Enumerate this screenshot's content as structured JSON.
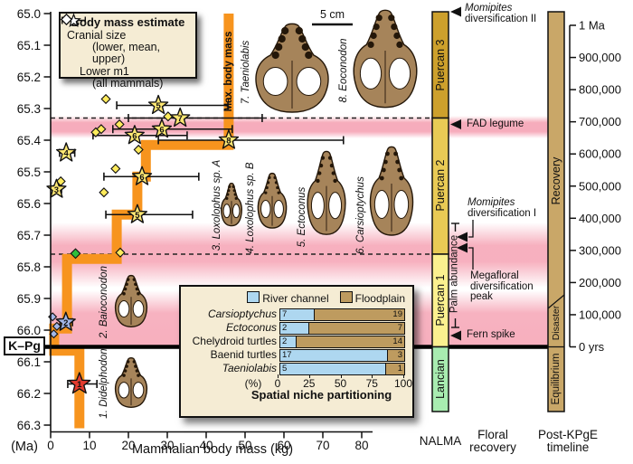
{
  "colors": {
    "orange": "#F7941E",
    "star_yellow": "#FFE873",
    "star_red": "#E23B2E",
    "star_blue": "#A3B7E6",
    "diamond_yellow": "#FFEB5C",
    "diamond_green": "#2FBF3A",
    "diamond_blue": "#A3B7E6",
    "pink_band": "#F6A8B8",
    "nalma_puercan3": "#CDA02C",
    "nalma_puercan2": "#E9CA55",
    "nalma_puercan1": "#FBF08F",
    "nalma_lancian": "#A8ECB0",
    "timeline_tan": "#C9A768",
    "box_bg": "#F5ECD4",
    "river_blue": "#AED7F0",
    "floodplain_tan": "#BE9B5F",
    "skull_brown": "#A6845A"
  },
  "icons": {
    "left_arrow": "left-triangle-arrow",
    "star": "cranial-size-star",
    "diamond": "lower-m1-diamond"
  },
  "legend": {
    "title": "Body mass estimate",
    "cranial_label": "Cranial size",
    "cranial_sub": "(lower, mean, upper)",
    "m1_label": "Lower m1",
    "m1_sub": "(all mammals)"
  },
  "axes": {
    "y_unit": "(Ma)",
    "y_ticks": [
      "65.0",
      "65.1",
      "65.2",
      "65.3",
      "65.4",
      "65.5",
      "65.6",
      "65.7",
      "65.8",
      "65.9",
      "66.0",
      "66.1",
      "66.2",
      "66.3"
    ],
    "x_ticks": [
      "0",
      "10",
      "20",
      "30",
      "40",
      "50",
      "60",
      "70",
      "80"
    ],
    "x_label": "Mammalian body mass (kg)"
  },
  "kpg": {
    "label": "K–Pg",
    "ma": 66.05
  },
  "scale_bar_label": "5 cm",
  "max_body_mass_label": "Max. body mass",
  "skulls": [
    {
      "num": "1",
      "label": "1. Didelphodon"
    },
    {
      "num": "2",
      "label": "2. Baioconodon"
    },
    {
      "num": "3",
      "label": "3. Loxolophus sp. A"
    },
    {
      "num": "4",
      "label": "4. Loxolophus sp. B"
    },
    {
      "num": "5",
      "label": "5. Ectoconus"
    },
    {
      "num": "6",
      "label": "6. Carsioptychus"
    },
    {
      "num": "7",
      "label": "7. Taeniolabis"
    },
    {
      "num": "8",
      "label": "8. Eoconodon"
    }
  ],
  "chart_data": [
    {
      "type": "line",
      "name": "Max. body mass step line",
      "xlabel": "Mammalian body mass (kg)",
      "ylabel": "(Ma)",
      "xlim": [
        0,
        80
      ],
      "ylim": [
        66.3,
        65.0
      ],
      "points_kg_ma": [
        [
          7.4,
          66.31
        ],
        [
          7.4,
          66.065
        ],
        [
          0.9,
          66.065
        ],
        [
          0.9,
          65.995
        ],
        [
          4.2,
          65.995
        ],
        [
          4.2,
          65.775
        ],
        [
          17,
          65.775
        ],
        [
          17,
          65.635
        ],
        [
          22.3,
          65.635
        ],
        [
          22.3,
          65.515
        ],
        [
          24.5,
          65.515
        ],
        [
          24.5,
          65.415
        ],
        [
          45.8,
          65.415
        ],
        [
          45.8,
          65.0
        ]
      ]
    },
    {
      "type": "scatter",
      "name": "Cranial size body mass estimates (stars: lower, mean, upper)",
      "points": [
        {
          "num": 1,
          "taxon": "Didelphodon",
          "ma": 66.17,
          "mean": 7.4,
          "lower": 4.4,
          "upper": 11.9,
          "color": "red"
        },
        {
          "num": 2,
          "taxon": "Baioconodon",
          "ma": 65.975,
          "mean": 3.9,
          "lower": 2.4,
          "upper": 5.6,
          "color": "blue"
        },
        {
          "num": 3,
          "taxon": "Loxolophus sp. A",
          "ma": 65.555,
          "mean": 1.5,
          "lower": 0.6,
          "upper": 2.8,
          "color": "yellow"
        },
        {
          "num": 4,
          "taxon": "Loxolophus sp. B",
          "ma": 65.44,
          "mean": 4.0,
          "lower": 2.3,
          "upper": 6.2,
          "color": "yellow"
        },
        {
          "num": 5,
          "taxon": "Ectoconus",
          "ma": 65.635,
          "mean": 22.3,
          "lower": 14.2,
          "upper": 36.5,
          "color": "yellow"
        },
        {
          "num": 6,
          "taxon": "Carsioptychus",
          "ma": 65.515,
          "mean": 23.5,
          "lower": 13.7,
          "upper": 38.1,
          "color": "yellow"
        },
        {
          "num": 6,
          "taxon": "Carsioptychus",
          "ma": 65.385,
          "mean": 21.6,
          "lower": 10.9,
          "upper": 35.1,
          "color": "yellow"
        },
        {
          "num": 6,
          "taxon": "Carsioptychus",
          "ma": 65.365,
          "mean": 28.6,
          "lower": 16.0,
          "upper": 46.7,
          "color": "yellow"
        },
        {
          "num": 5,
          "taxon": "Ectoconus",
          "ma": 65.29,
          "mean": 27.7,
          "lower": 17.0,
          "upper": 45.6,
          "color": "yellow"
        },
        {
          "num": 7,
          "taxon": "Taeniolabis",
          "ma": 65.33,
          "mean": 33.3,
          "lower": 20.0,
          "upper": 54.4,
          "color": "yellow"
        },
        {
          "num": 8,
          "taxon": "Eoconodon",
          "ma": 65.4,
          "mean": 45.8,
          "lower": 27.7,
          "upper": 75.3,
          "color": "yellow"
        }
      ]
    },
    {
      "type": "scatter",
      "name": "Lower m1 body mass estimates (diamonds, all mammals)",
      "points": [
        {
          "ma": 65.27,
          "kg": 14.2,
          "color": "yellow"
        },
        {
          "ma": 65.325,
          "kg": 30.2,
          "color": "yellow"
        },
        {
          "ma": 65.35,
          "kg": 17.7,
          "color": "yellow"
        },
        {
          "ma": 65.365,
          "kg": 13.0,
          "color": "yellow"
        },
        {
          "ma": 65.375,
          "kg": 11.6,
          "color": "yellow"
        },
        {
          "ma": 65.43,
          "kg": 22.6,
          "color": "yellow"
        },
        {
          "ma": 65.49,
          "kg": 16.7,
          "color": "yellow"
        },
        {
          "ma": 65.53,
          "kg": 2.6,
          "color": "yellow"
        },
        {
          "ma": 65.565,
          "kg": 13.7,
          "color": "yellow"
        },
        {
          "ma": 65.755,
          "kg": 17.9,
          "color": "yellow"
        },
        {
          "ma": 65.758,
          "kg": 6.4,
          "color": "green"
        },
        {
          "ma": 65.958,
          "kg": 0.5,
          "color": "blue"
        },
        {
          "ma": 65.988,
          "kg": 1.6,
          "color": "blue"
        },
        {
          "ma": 66.012,
          "kg": 0.8,
          "color": "blue"
        }
      ]
    },
    {
      "type": "bar",
      "name": "Spatial niche partitioning",
      "title": "Spatial niche partitioning",
      "xlabel": "(%)",
      "categories": [
        "Carsioptychus",
        "Ectoconus",
        "Chelydroid turtles",
        "Baenid turtles",
        "Taeniolabis"
      ],
      "italic": [
        true,
        true,
        false,
        false,
        true
      ],
      "series": [
        {
          "name": "River channel",
          "counts": [
            7,
            2,
            2,
            17,
            5
          ]
        },
        {
          "name": "Floodplain",
          "counts": [
            19,
            7,
            14,
            3,
            1
          ]
        }
      ],
      "x_ticks": [
        "0",
        "25",
        "50",
        "75",
        "100"
      ]
    }
  ],
  "inset": {
    "pct_label": "(%)",
    "title": "Spatial niche partitioning",
    "legend": [
      {
        "label": "River channel"
      },
      {
        "label": "Floodplain"
      }
    ]
  },
  "right_panel": {
    "nalma": {
      "title": "NALMA",
      "units": [
        {
          "name": "Puercan 3"
        },
        {
          "name": "Puercan 2"
        },
        {
          "name": "Puercan 1"
        },
        {
          "name": "Lancian"
        }
      ]
    },
    "floral": {
      "title_line1": "Floral",
      "title_line2": "recovery",
      "annotations": {
        "momipites2_line1": "Momipites",
        "momipites2_line2": "diversification II",
        "fad_legume": "FAD legume",
        "momipites1_line1": "Momipites",
        "momipites1_line2": "diversification I",
        "palm": "Palm abundance",
        "megafloral_line1": "Megafloral",
        "megafloral_line2": "diversification",
        "megafloral_line3": "peak",
        "fern": "Fern spike"
      }
    },
    "timeline": {
      "title_line1": "Post-KPgE",
      "title_line2": "timeline",
      "phases": [
        "Recovery",
        "Disaster",
        "Equilibrium"
      ],
      "ticks": [
        "1 Ma",
        "900,000",
        "800,000",
        "700,000",
        "600,000",
        "500,000",
        "400,000",
        "300,000",
        "200,000",
        "100,000",
        "0 yrs"
      ]
    }
  }
}
